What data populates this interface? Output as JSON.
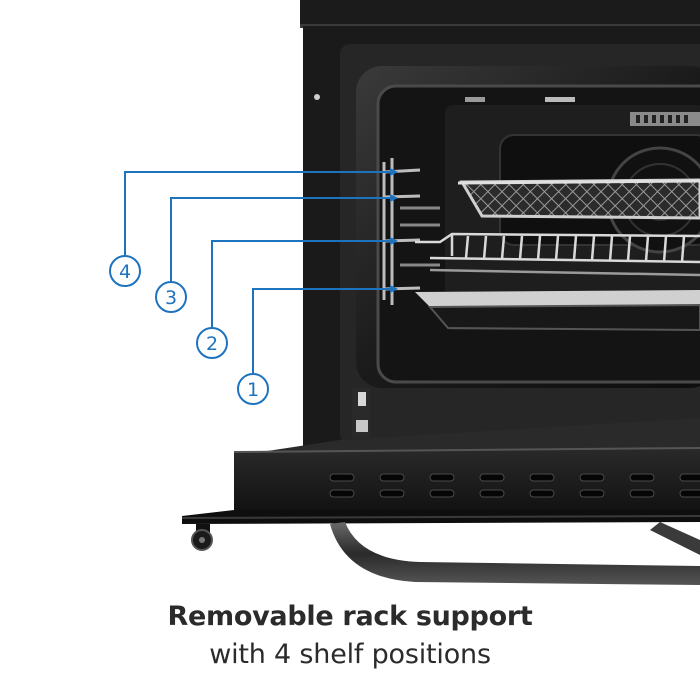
{
  "caption": {
    "title": "Removable rack support",
    "subtitle": "with 4 shelf positions"
  },
  "shelf_positions": [
    {
      "label": "4"
    },
    {
      "label": "3"
    },
    {
      "label": "2"
    },
    {
      "label": "1"
    }
  ],
  "colors": {
    "callout_blue": "#1e73be",
    "oven_black": "#141414",
    "background": "#ffffff",
    "caption_text": "#2b2b2b"
  }
}
